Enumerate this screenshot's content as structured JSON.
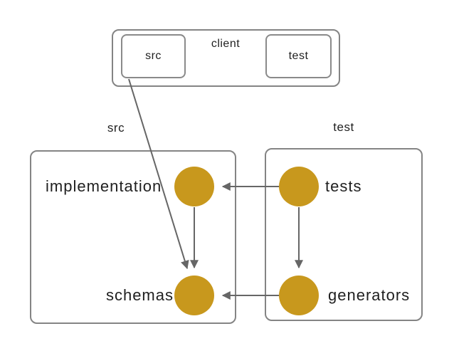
{
  "colors": {
    "node_fill": "#C8981D",
    "arrow": "#666666",
    "box_border": "#848484",
    "text": "#1F1F1F"
  },
  "client_group": {
    "label": "client",
    "children": [
      {
        "label": "src"
      },
      {
        "label": "test"
      }
    ]
  },
  "src_group": {
    "label": "src",
    "nodes": [
      {
        "label": "implementation"
      },
      {
        "label": "schemas"
      }
    ]
  },
  "test_group": {
    "label": "test",
    "nodes": [
      {
        "label": "tests"
      },
      {
        "label": "generators"
      }
    ]
  },
  "edges": [
    {
      "from": "client/src",
      "to": "src/schemas"
    },
    {
      "from": "src/implementation",
      "to": "src/schemas"
    },
    {
      "from": "test/tests",
      "to": "src/implementation"
    },
    {
      "from": "test/tests",
      "to": "test/generators"
    },
    {
      "from": "test/generators",
      "to": "src/schemas"
    }
  ]
}
